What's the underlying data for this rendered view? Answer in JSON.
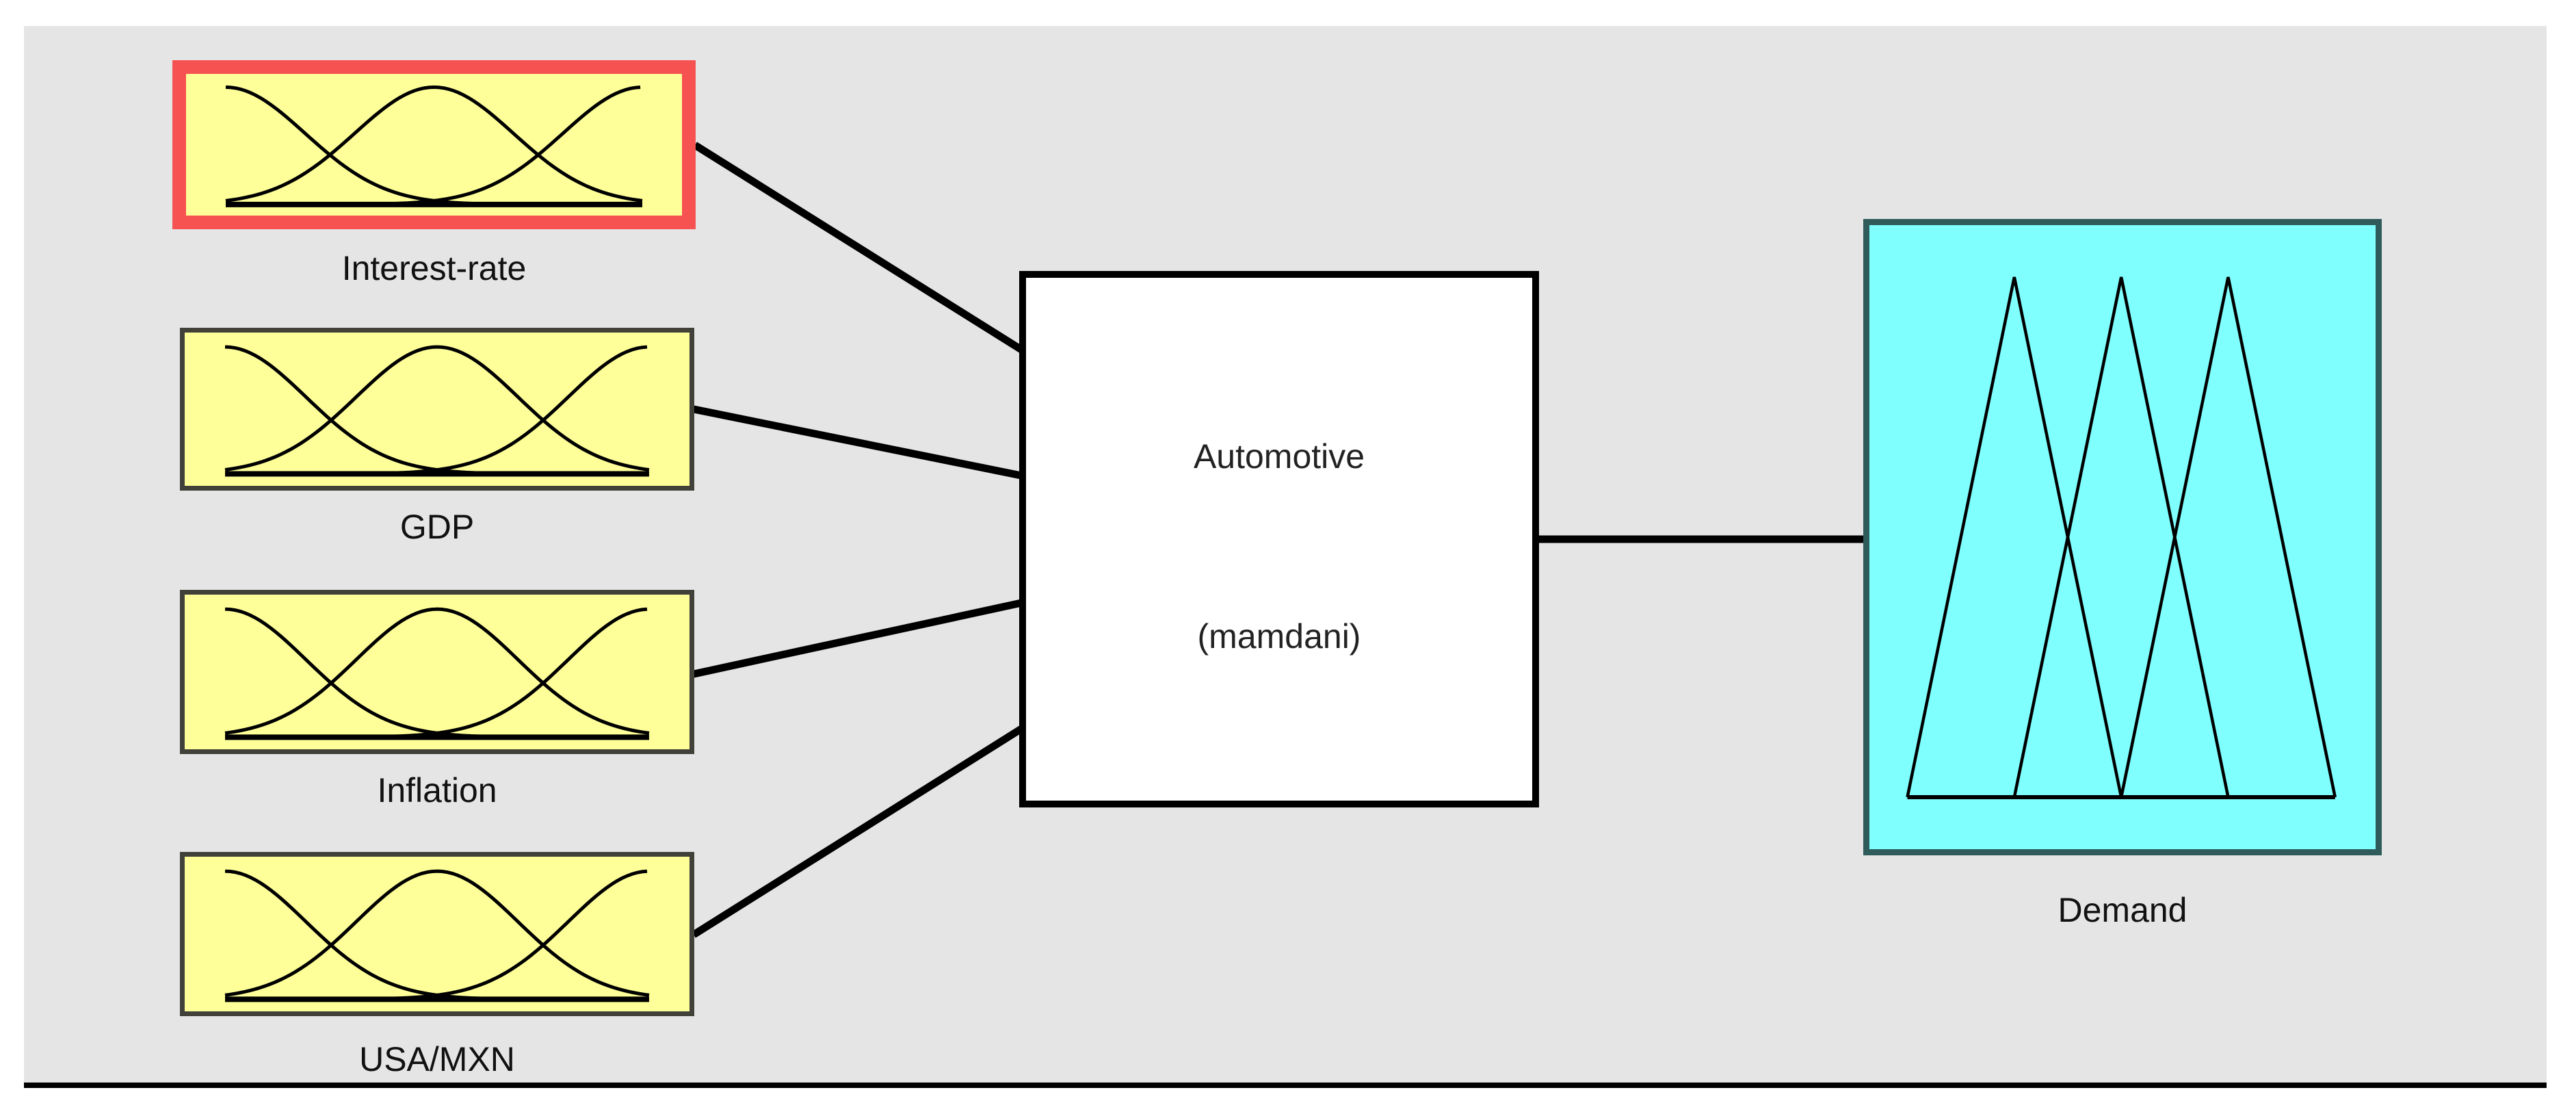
{
  "diagram": {
    "system": {
      "name": "Automotive",
      "kind": "(mamdani)"
    },
    "inputs": [
      {
        "label": "Interest-rate",
        "mf": "gauss3",
        "selected": true
      },
      {
        "label": "GDP",
        "mf": "gauss3",
        "selected": false
      },
      {
        "label": "Inflation",
        "mf": "gauss3",
        "selected": false
      },
      {
        "label": "USA/MXN",
        "mf": "gauss3",
        "selected": false
      }
    ],
    "output": {
      "label": "Demand",
      "mf": "tri3"
    },
    "membership_functions": {
      "inputs_per_variable": 3,
      "input_shape": "gaussian bells (left edge, center, right edge)",
      "output_per_variable": 3,
      "output_shape": "overlapping triangles at 25%, 50%, 75% of range"
    },
    "colors": {
      "canvas_bg": "#E5E5E5",
      "input_fill": "#FFFF99",
      "input_border": "#41413A",
      "selection_border": "#F75252",
      "system_fill": "#FFFFFF",
      "system_border": "#000000",
      "output_fill": "#80FFFF",
      "output_border": "#2F5B5B",
      "connector": "#000000",
      "bottom_rule": "#000000",
      "text": "#111111"
    }
  }
}
